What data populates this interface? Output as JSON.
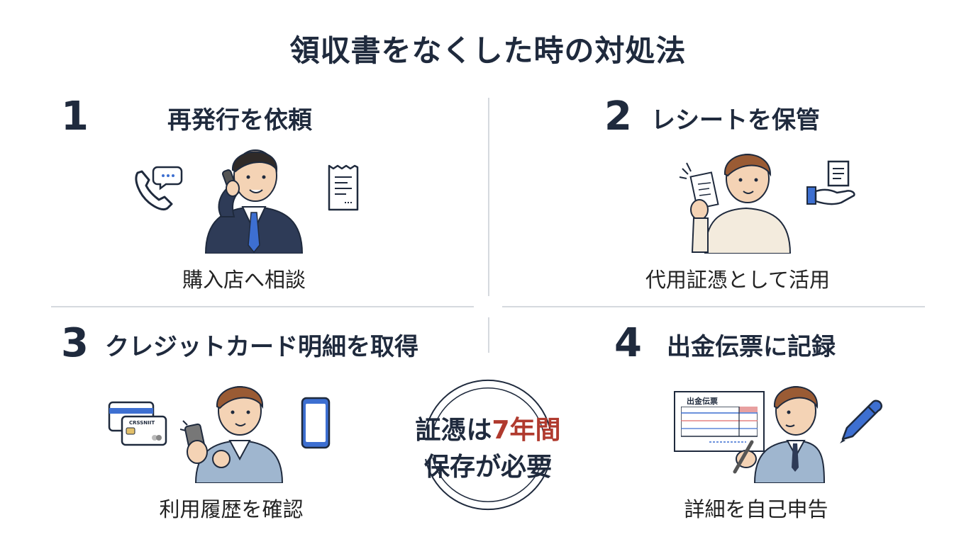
{
  "title": "領収書をなくした時の対処法",
  "sections": [
    {
      "number": "1",
      "heading": "再発行を依頼",
      "caption": "購入店へ相談"
    },
    {
      "number": "2",
      "heading": "レシートを保管",
      "caption": "代用証憑として活用"
    },
    {
      "number": "3",
      "heading": "クレジットカード明細を取得",
      "caption": "利用履歴を確認"
    },
    {
      "number": "4",
      "heading": "出金伝票に記録",
      "caption": "詳細を自己申告"
    }
  ],
  "badge": {
    "line1_prefix": "証憑は",
    "line1_accent": "7年間",
    "line2": "保存が必要"
  },
  "card_label": "CRSSNIIT",
  "voucher_label": "出金伝票",
  "colors": {
    "text": "#1f2a3d",
    "accent": "#b03a2e",
    "blue": "#3d6fd1",
    "suit": "#2e3b57"
  },
  "icons": [
    "phone-chat-icon",
    "receipt-icon",
    "hand-receipt-icon",
    "credit-card-icon",
    "smartphone-icon",
    "pen-icon"
  ]
}
